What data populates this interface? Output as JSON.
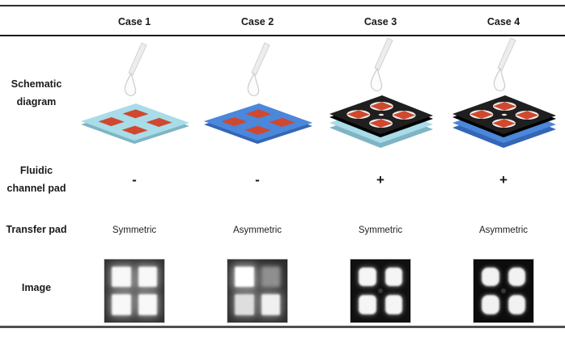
{
  "figure": {
    "header": {
      "columns": [
        "Case 1",
        "Case 2",
        "Case 3",
        "Case 4"
      ]
    },
    "row_labels": {
      "schematic": [
        "Schematic",
        "diagram"
      ],
      "fluidic": [
        "Fluidic",
        "channel pad"
      ],
      "transfer": "Transfer pad",
      "image": "Image"
    },
    "fluidic_values": [
      "-",
      "-",
      "+",
      "+"
    ],
    "transfer_values": [
      "Symmetric",
      "Asymmetric",
      "Symmetric",
      "Asymmetric"
    ],
    "micro_images": [
      {
        "case": "Case 1",
        "spot_shape": "square",
        "spots": 4,
        "uniform": true
      },
      {
        "case": "Case 2",
        "spot_shape": "square",
        "spots": 4,
        "uniform": false
      },
      {
        "case": "Case 3",
        "spot_shape": "rounded-square",
        "spots": 4,
        "uniform": true
      },
      {
        "case": "Case 4",
        "spot_shape": "rounded-square",
        "spots": 4,
        "uniform": true
      }
    ]
  },
  "colors": {
    "spot_red": "#d0482e",
    "pad_cyan": "#a8dce8",
    "pad_cyan_edge": "#7fb4c4",
    "pad_blue": "#4b87da",
    "pad_blue_edge": "#3566b5",
    "pad_black": "#1f1f1f",
    "pad_black_edge": "#000000",
    "ring_white": "#ededed"
  }
}
